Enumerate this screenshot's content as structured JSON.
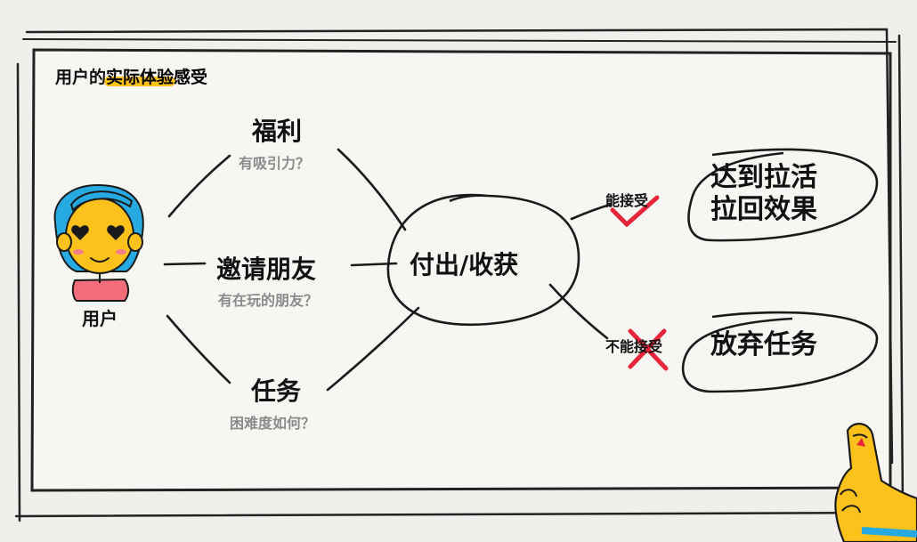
{
  "title": {
    "prefix": "用户的",
    "highlight": "实际体验",
    "suffix": "感受"
  },
  "user": {
    "label": "用户"
  },
  "factors": [
    {
      "label": "福利",
      "hint": "有吸引力？"
    },
    {
      "label": "邀请朋友",
      "hint": "有在玩的朋友？"
    },
    {
      "label": "任务",
      "hint": "困难度如何？"
    }
  ],
  "center": {
    "label": "付出/收获"
  },
  "branches": [
    {
      "condition": "能接受",
      "mark": "check",
      "outcome_line1": "达到拉活",
      "outcome_line2": "拉回效果"
    },
    {
      "condition": "不能接受",
      "mark": "cross",
      "outcome_line1": "放弃任务"
    }
  ],
  "colors": {
    "highlight": "#ffc21a",
    "mark_red": "#e8253a",
    "hair_blue": "#27a9e1",
    "face_yellow": "#fcc21b",
    "hint_gray": "#8a8a8a"
  }
}
